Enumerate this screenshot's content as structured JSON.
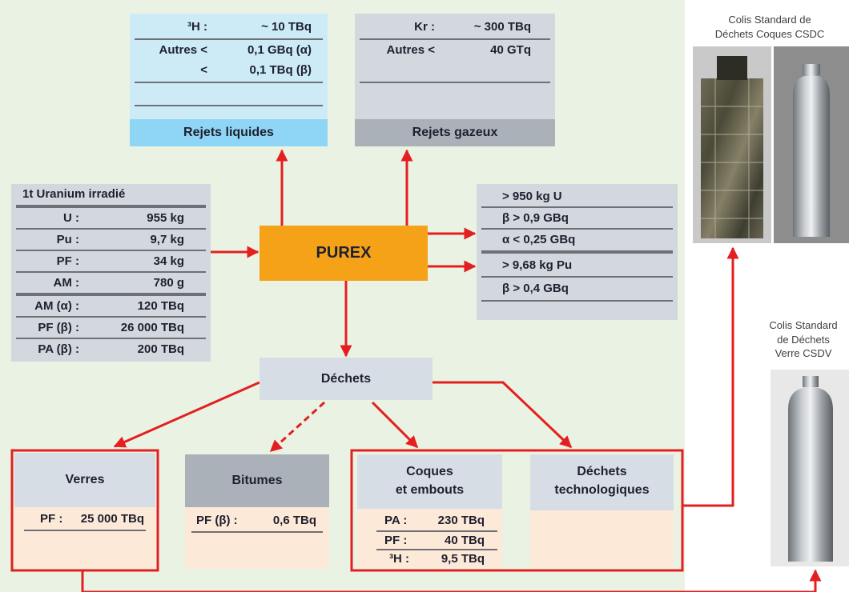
{
  "liquid": {
    "rows": [
      {
        "k": "³H :",
        "v": "~ 10 TBq"
      },
      {
        "k": "Autres <",
        "v": "0,1 GBq (α)"
      },
      {
        "k": "<",
        "v": "0,1 TBq (β)"
      }
    ],
    "label": "Rejets liquides"
  },
  "gas": {
    "rows": [
      {
        "k": "Kr :",
        "v": "~ 300 TBq"
      },
      {
        "k": "Autres <",
        "v": "40 GTq"
      }
    ],
    "label": "Rejets gazeux"
  },
  "input": {
    "title": "1t Uranium irradié",
    "rows": [
      {
        "k": "U :",
        "v": "955 kg"
      },
      {
        "k": "Pu :",
        "v": "9,7 kg"
      },
      {
        "k": "PF :",
        "v": "34 kg"
      },
      {
        "k": "AM :",
        "v": "780 g"
      },
      {
        "k": "AM (α) :",
        "v": "120 TBq"
      },
      {
        "k": "PF (β) :",
        "v": "26 000 TBq"
      },
      {
        "k": "PA (β) :",
        "v": "200 TBq"
      }
    ]
  },
  "purex": {
    "label": "PUREX"
  },
  "outputs": {
    "uranium": [
      "> 950 kg U",
      "β > 0,9 GBq",
      "α < 0,25 GBq"
    ],
    "plutonium": [
      "> 9,68 kg Pu",
      "β > 0,4 GBq"
    ]
  },
  "dechets": {
    "label": "Déchets"
  },
  "verres": {
    "title": "Verres",
    "row": {
      "k": "PF :",
      "v": "25 000 TBq"
    }
  },
  "bitumes": {
    "title": "Bitumes",
    "row": {
      "k": "PF (β) :",
      "v": "0,6 TBq"
    }
  },
  "coques": {
    "title_line1": "Coques",
    "title_line2": "et embouts",
    "rows": [
      {
        "k": "PA :",
        "v": "230 TBq"
      },
      {
        "k": "PF :",
        "v": "40 TBq"
      },
      {
        "k": "³H :",
        "v": "9,5 TBq"
      }
    ]
  },
  "techno": {
    "title_line1": "Déchets",
    "title_line2": "technologiques"
  },
  "csdc": {
    "line1": "Colis Standard de",
    "line2": "Déchets Coques CSDC"
  },
  "csdv": {
    "line1": "Colis Standard",
    "line2": "de Déchets",
    "line3": "Verre CSDV"
  },
  "colors": {
    "arrow": "#e41f1f",
    "purex": "#f5a219",
    "liquid_label": "#8fd5f5",
    "liquid_data": "#ccebf7",
    "gray_label": "#aab1b9",
    "gray_data": "#d3d8de",
    "header": "#d7dde5",
    "peach": "#fde9d7",
    "background": "#eaf3e3"
  }
}
